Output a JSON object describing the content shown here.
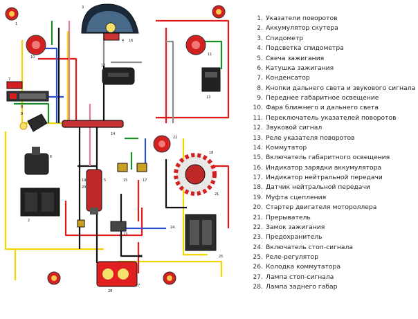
{
  "diagram": {
    "component_numbers": [
      "1",
      "2",
      "3",
      "4",
      "5",
      "6",
      "7",
      "8",
      "9",
      "10",
      "11",
      "12",
      "13",
      "14",
      "15",
      "16",
      "17",
      "18",
      "19",
      "20",
      "21",
      "22",
      "23",
      "24",
      "25",
      "26",
      "27",
      "28"
    ]
  },
  "legend": [
    {
      "num": "1.",
      "text": "Указатели поворотов"
    },
    {
      "num": "2.",
      "text": "Аккумулятор скутера"
    },
    {
      "num": "3.",
      "text": "Спидометр"
    },
    {
      "num": "4.",
      "text": "Подсветка спидометра"
    },
    {
      "num": "5.",
      "text": "Свеча зажигания"
    },
    {
      "num": "6.",
      "text": "Катушка зажигания"
    },
    {
      "num": "7.",
      "text": "Конденсатор"
    },
    {
      "num": "8.",
      "text": "Кнопки дальнего света и звукового сигнала"
    },
    {
      "num": "9.",
      "text": "Переднее габаритное освещение"
    },
    {
      "num": "10.",
      "text": "Фара ближнего и дальнего света"
    },
    {
      "num": "11.",
      "text": "Переключатель указателей поворотов"
    },
    {
      "num": "12.",
      "text": "Звуковой сигнал"
    },
    {
      "num": "13.",
      "text": "Реле указателя поворотов"
    },
    {
      "num": "14.",
      "text": "Коммутатор"
    },
    {
      "num": "15.",
      "text": "Включатель габаритного освещения"
    },
    {
      "num": "16.",
      "text": "Индикатор зарядки аккумулятора"
    },
    {
      "num": "17.",
      "text": "Индикатор нейтральной передачи"
    },
    {
      "num": "18.",
      "text": "Датчик нейтральной передачи"
    },
    {
      "num": "19.",
      "text": "Муфта сцепления"
    },
    {
      "num": "20.",
      "text": "Стартер двигателя мотороллера"
    },
    {
      "num": "21.",
      "text": "Прерыватель"
    },
    {
      "num": "22.",
      "text": "Замок зажигания"
    },
    {
      "num": "23.",
      "text": "Предохранитель"
    },
    {
      "num": "24.",
      "text": "Включатель стоп-сигнала"
    },
    {
      "num": "25.",
      "text": "Реле-регулятор"
    },
    {
      "num": "26.",
      "text": "Колодка коммутатора"
    },
    {
      "num": "27.",
      "text": "Лампа стоп-сигнала"
    },
    {
      "num": "28.",
      "text": "Лампа заднего габар"
    }
  ]
}
